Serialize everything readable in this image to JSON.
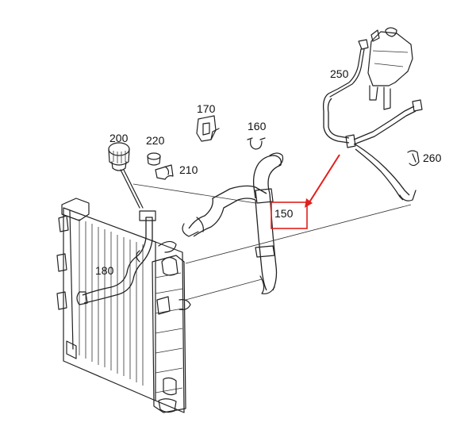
{
  "labels": {
    "p150": "150",
    "p160": "160",
    "p170": "170",
    "p180": "180",
    "p200": "200",
    "p210": "210",
    "p220": "220",
    "p250": "250",
    "p260": "260"
  },
  "colors": {
    "highlight": "#e0201c",
    "line": "#222222"
  }
}
